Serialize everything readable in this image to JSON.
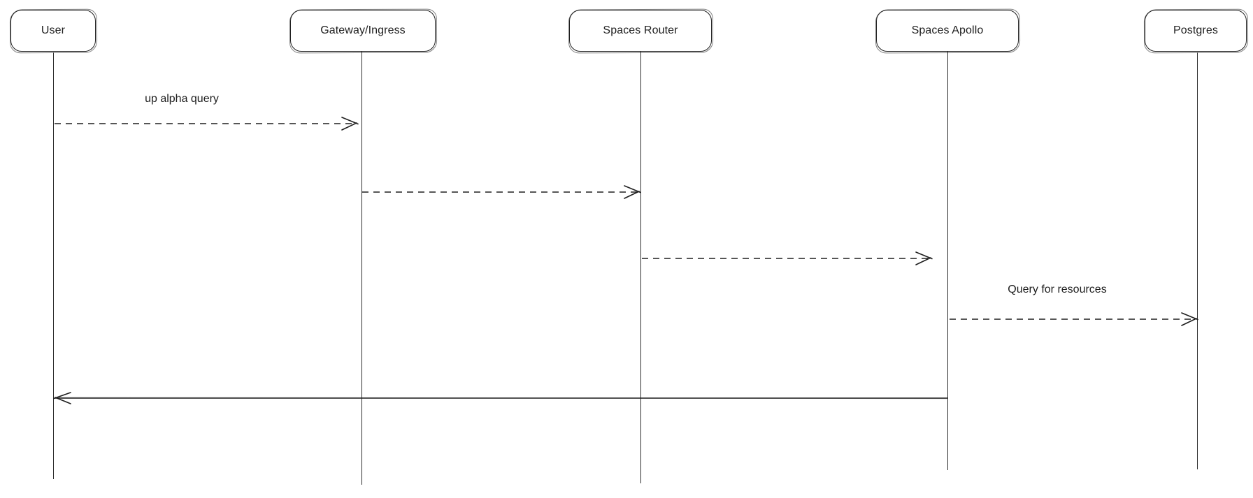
{
  "diagram": {
    "type": "sequence-diagram",
    "background": "#ffffff",
    "stroke_color": "#1e1e1e",
    "actors": [
      {
        "id": "user",
        "label": "User"
      },
      {
        "id": "gateway-ingress",
        "label": "Gateway/Ingress"
      },
      {
        "id": "spaces-router",
        "label": "Spaces Router"
      },
      {
        "id": "spaces-apollo",
        "label": "Spaces Apollo"
      },
      {
        "id": "postgres",
        "label": "Postgres"
      }
    ],
    "messages": [
      {
        "from": "User",
        "to": "Gateway/Ingress",
        "label": "up alpha query",
        "line": "dashed",
        "direction": "right"
      },
      {
        "from": "Gateway/Ingress",
        "to": "Spaces Router",
        "label": "",
        "line": "dashed",
        "direction": "right"
      },
      {
        "from": "Spaces Router",
        "to": "Spaces Apollo",
        "label": "",
        "line": "dashed",
        "direction": "right"
      },
      {
        "from": "Spaces Apollo",
        "to": "Postgres",
        "label": "Query for resources",
        "line": "dashed",
        "direction": "right"
      },
      {
        "from": "Spaces Apollo",
        "to": "User",
        "label": "",
        "line": "solid",
        "direction": "left"
      }
    ]
  }
}
